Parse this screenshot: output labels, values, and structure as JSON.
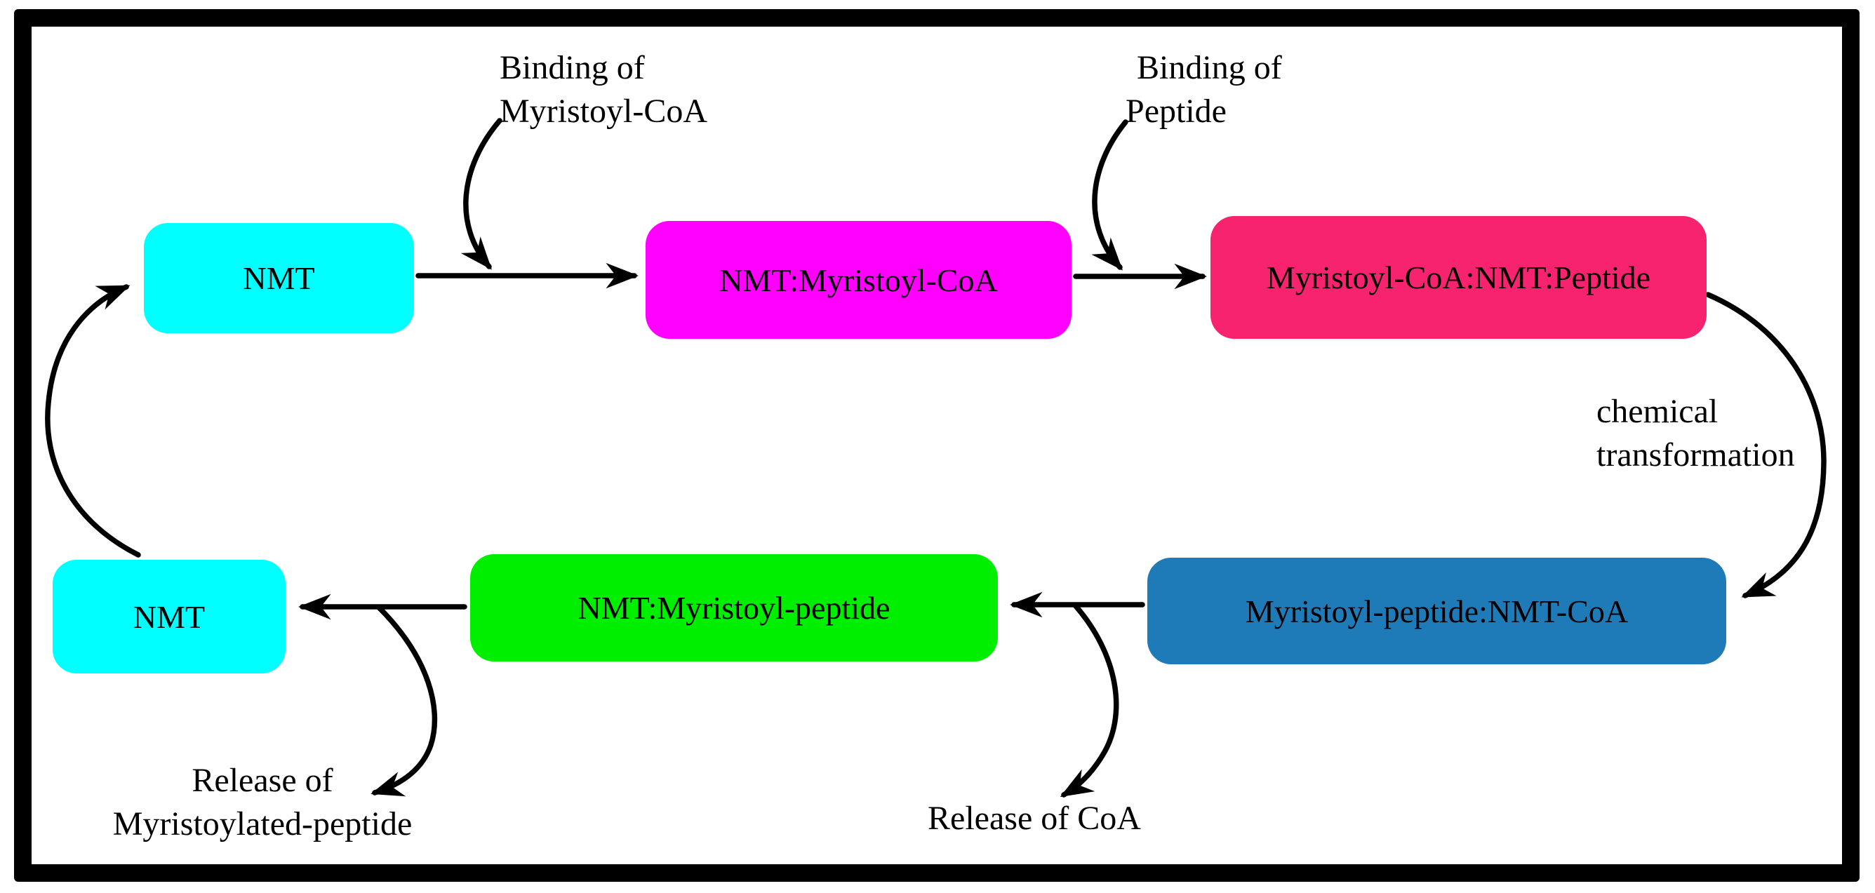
{
  "nodes": {
    "nmt_top": {
      "label": "NMT",
      "color": "#00ffff"
    },
    "nmt_myristoyl_coa": {
      "label": "NMT:Myristoyl-CoA",
      "color": "#ff00ff"
    },
    "myristoyl_coa_nmt_peptide": {
      "label": "Myristoyl-CoA:NMT:Peptide",
      "color": "#f7236f"
    },
    "myristoyl_peptide_nmt_coa": {
      "label": "Myristoyl-peptide:NMT-CoA",
      "color": "#1f7ab8"
    },
    "nmt_myristoyl_peptide": {
      "label": "NMT:Myristoyl-peptide",
      "color": "#00ee00"
    },
    "nmt_bottom": {
      "label": "NMT",
      "color": "#00ffff"
    }
  },
  "annotations": {
    "binding_myristoyl_coa": {
      "line1": "Binding of",
      "line2": "Myristoyl-CoA"
    },
    "binding_peptide": {
      "line1": "Binding of",
      "line2": "Peptide"
    },
    "chemical_transformation": {
      "line1": "chemical",
      "line2": "transformation"
    },
    "release_myristoylated_peptide": {
      "line1": "Release of",
      "line2": "Myristoylated-peptide"
    },
    "release_coa": {
      "text": "Release of CoA"
    }
  },
  "colors": {
    "background": "#ffffff",
    "frame_border": "#000000",
    "arrow": "#000000",
    "text": "#000000"
  }
}
